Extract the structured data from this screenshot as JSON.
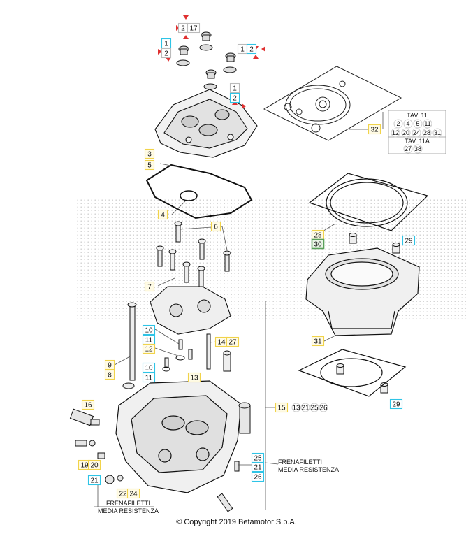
{
  "diagram": {
    "callouts": [
      {
        "id": "c2a",
        "text": "2",
        "style": "plain"
      },
      {
        "id": "c17",
        "text": "17",
        "style": "plain"
      },
      {
        "id": "c1a",
        "text": "1",
        "style": "cyan"
      },
      {
        "id": "c2b",
        "text": "2",
        "style": "plain"
      },
      {
        "id": "c1b",
        "text": "1",
        "style": "plain"
      },
      {
        "id": "c2c",
        "text": "2",
        "style": "cyan"
      },
      {
        "id": "c1c",
        "text": "1",
        "style": "plain"
      },
      {
        "id": "c2d",
        "text": "2",
        "style": "cyan"
      },
      {
        "id": "c3",
        "text": "3",
        "style": "yellow"
      },
      {
        "id": "c5",
        "text": "5",
        "style": "yellow"
      },
      {
        "id": "c4",
        "text": "4",
        "style": "yellow"
      },
      {
        "id": "c6",
        "text": "6",
        "style": "yellow"
      },
      {
        "id": "c7",
        "text": "7",
        "style": "yellow"
      },
      {
        "id": "c10a",
        "text": "10",
        "style": "cyan"
      },
      {
        "id": "c11a",
        "text": "11",
        "style": "cyan"
      },
      {
        "id": "c12",
        "text": "12",
        "style": "yellow"
      },
      {
        "id": "c10b",
        "text": "10",
        "style": "cyan"
      },
      {
        "id": "c11b",
        "text": "11",
        "style": "cyan"
      },
      {
        "id": "c13",
        "text": "13",
        "style": "yellow"
      },
      {
        "id": "c14",
        "text": "14",
        "style": "yellow"
      },
      {
        "id": "c27",
        "text": "27",
        "style": "yellow"
      },
      {
        "id": "c9",
        "text": "9",
        "style": "yellow"
      },
      {
        "id": "c8",
        "text": "8",
        "style": "yellow"
      },
      {
        "id": "c16",
        "text": "16",
        "style": "yellow"
      },
      {
        "id": "c19",
        "text": "19",
        "style": "yellow"
      },
      {
        "id": "c20",
        "text": "20",
        "style": "yellow"
      },
      {
        "id": "c21a",
        "text": "21",
        "style": "cyan"
      },
      {
        "id": "c22",
        "text": "22",
        "style": "yellow"
      },
      {
        "id": "c24",
        "text": "24",
        "style": "yellow"
      },
      {
        "id": "c15",
        "text": "15",
        "style": "yellow"
      },
      {
        "id": "c25",
        "text": "25",
        "style": "cyan"
      },
      {
        "id": "c21b",
        "text": "21",
        "style": "cyan"
      },
      {
        "id": "c26",
        "text": "26",
        "style": "cyan"
      },
      {
        "id": "c28",
        "text": "28",
        "style": "yellow"
      },
      {
        "id": "c30",
        "text": "30",
        "style": "green"
      },
      {
        "id": "c29a",
        "text": "29",
        "style": "cyan"
      },
      {
        "id": "c31",
        "text": "31",
        "style": "yellow"
      },
      {
        "id": "c29b",
        "text": "29",
        "style": "cyan"
      },
      {
        "id": "c32",
        "text": "32",
        "style": "yellow"
      }
    ],
    "group_15": [
      "13",
      "21",
      "25",
      "26"
    ],
    "thread_lock_notes": {
      "right": [
        "FRENAFILETTI",
        "MEDIA RESISTENZA"
      ],
      "left": [
        "FRENAFILETTI",
        "MEDIA RESISTENZA"
      ]
    },
    "kit_table": {
      "row1_title": "TAV. 11",
      "row1_parts": [
        "2",
        "4",
        "5",
        "11"
      ],
      "row2_parts": [
        "12",
        "20",
        "24",
        "28",
        "31"
      ],
      "row3_title": "TAV. 11A",
      "row3_parts": [
        "27",
        "38"
      ]
    },
    "copyright": "© Copyright 2019 Betamotor S.p.A."
  }
}
